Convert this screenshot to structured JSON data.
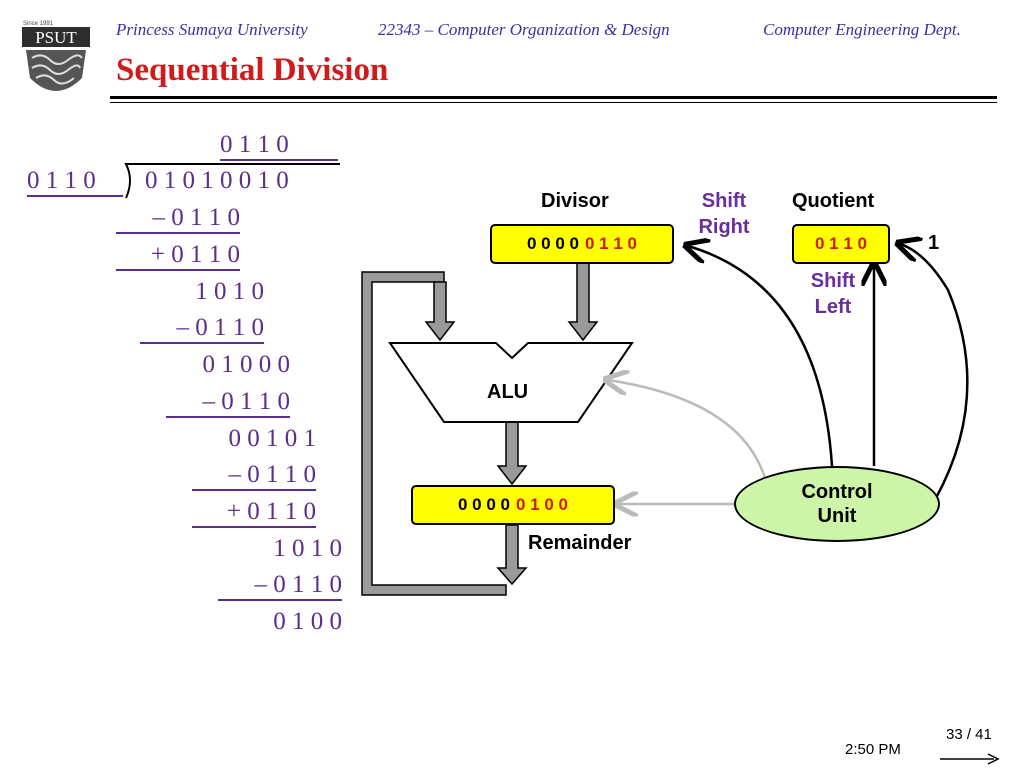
{
  "header": {
    "university": "Princess Sumaya University",
    "course": "22343 – Computer Organization & Design",
    "dept": "Computer Engineering Dept."
  },
  "logo": {
    "since": "Since 1991",
    "text": "PSUT"
  },
  "title": "Sequential Division",
  "division": {
    "quotient": "0 1 1 0",
    "divisor": "0 1 1 0",
    "dividend": "0 1 0 1 0 0 1 0",
    "steps": [
      "– 0 1 1 0",
      "+ 0 1 1 0",
      "1 0 1 0",
      "– 0 1 1 0",
      "0 1 0 0 0",
      "– 0 1 1 0",
      "0 0 1 0 1",
      "– 0 1 1 0",
      "+ 0 1 1 0",
      "1 0 1 0",
      "– 0 1 1 0",
      "0 1 0 0"
    ]
  },
  "diagram": {
    "divisor_label": "Divisor",
    "shift_right_label": [
      "Shift",
      "Right"
    ],
    "quotient_label": "Quotient",
    "shift_left_label": [
      "Shift",
      "Left"
    ],
    "divisor_reg": {
      "upper": "0 0 0 0",
      "lower": "0 1 1 0"
    },
    "quotient_reg": {
      "value": "0 1 1 0"
    },
    "quotient_input": "1",
    "alu_label": "ALU",
    "remainder_reg": {
      "upper": "0 0 0 0",
      "lower": "0 1 0 0"
    },
    "remainder_label": "Remainder",
    "control_unit": [
      "Control",
      "Unit"
    ]
  },
  "footer": {
    "page": "33 / 41",
    "time": "2:50 PM"
  },
  "colors": {
    "accent_text": "#3a2fa0",
    "title": "#d11a1a",
    "division": "#5b2d8c",
    "register_fill": "#ffff00",
    "control_unit_fill": "#ccf5a8"
  }
}
